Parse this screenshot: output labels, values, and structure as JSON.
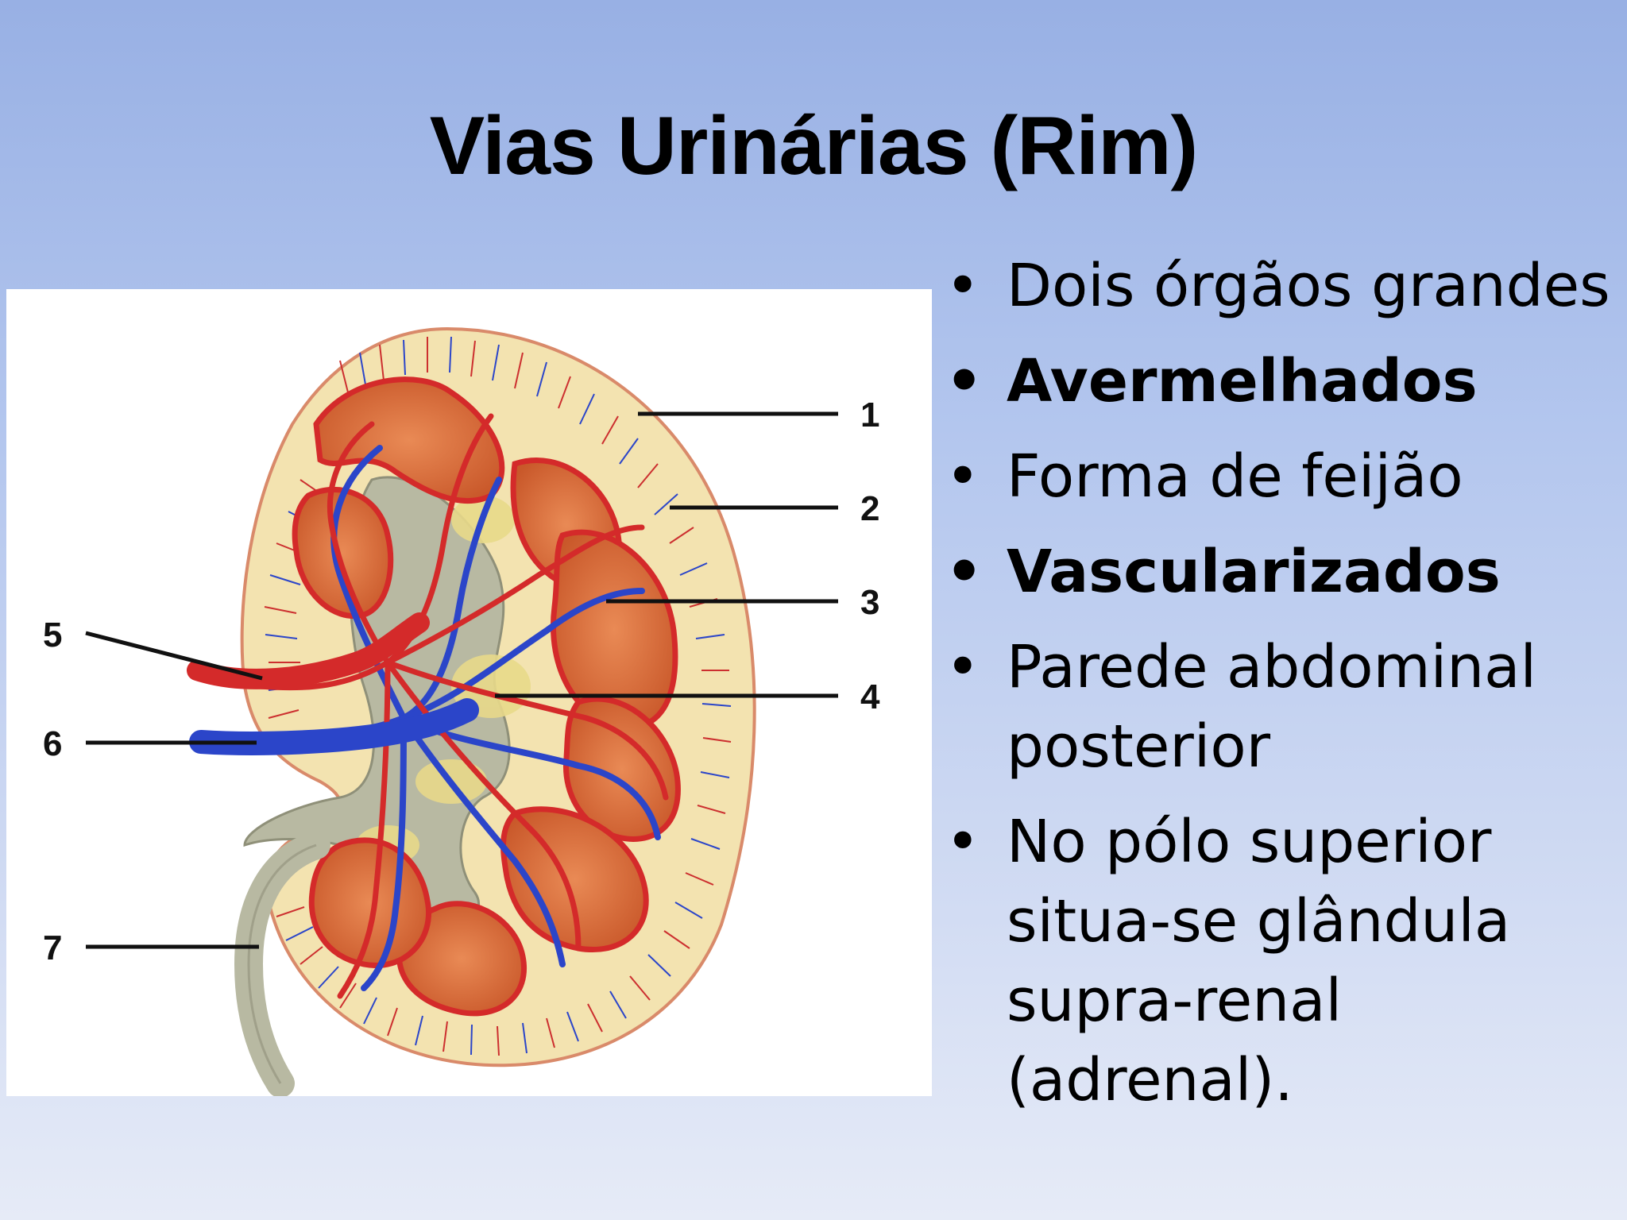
{
  "slide": {
    "title": "Vias Urinárias (Rim)"
  },
  "figure": {
    "labels": [
      "1",
      "2",
      "3",
      "4",
      "5",
      "6",
      "7"
    ]
  },
  "bullets": [
    {
      "text": "Dois órgãos grandes",
      "bold": false
    },
    {
      "text": "Avermelhados",
      "bold": true
    },
    {
      "text": "Forma de feijão",
      "bold": false
    },
    {
      "text": "Vascularizados",
      "bold": true
    },
    {
      "text": "Parede abdominal posterior",
      "bold": false
    },
    {
      "text": "No pólo superior situa-se glândula supra-renal (adrenal).",
      "bold": false
    }
  ],
  "colors": {
    "artery": "#d42a2a",
    "vein": "#2b45c9",
    "medulla": "#d9703f",
    "cortex": "#f3e3b0",
    "pelvis": "#b8b9a2",
    "fat": "#e8d98a"
  },
  "icons": {
    "bullet": "bullet-dot"
  }
}
